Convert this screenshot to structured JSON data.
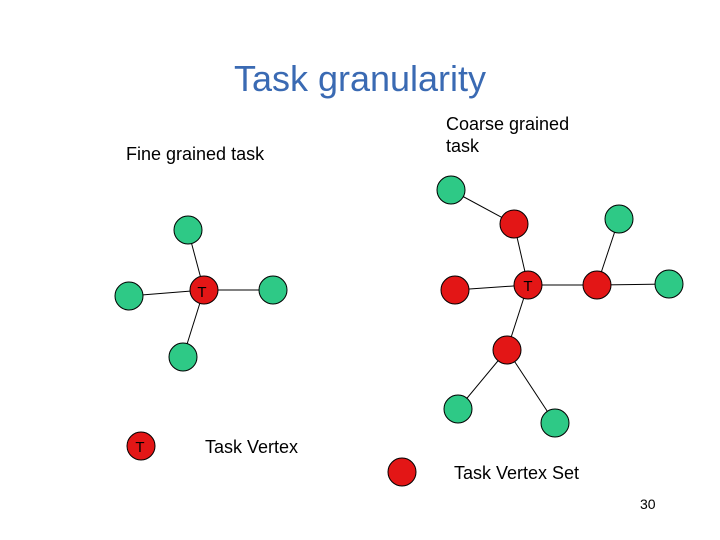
{
  "slide": {
    "title": "Task granularity",
    "page_number": "30"
  },
  "labels": {
    "fine": "Fine grained task",
    "coarse": "Coarse grained task",
    "task_vertex": "Task Vertex",
    "task_vertex_set": "Task Vertex Set"
  },
  "legend": {
    "task_vertex_symbol": "T"
  },
  "fine_graph": {
    "center_label": "T"
  },
  "coarse_graph": {
    "center_label": "T"
  },
  "colors": {
    "title": "#3a6ab3",
    "green_node": "#2ec986",
    "red_node": "#e31616",
    "node_stroke": "#000000"
  }
}
